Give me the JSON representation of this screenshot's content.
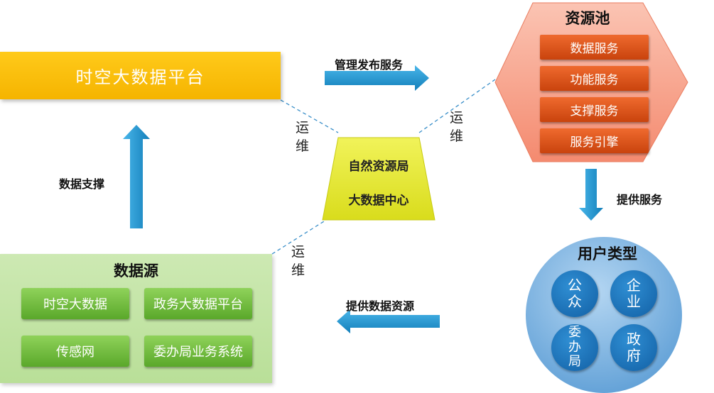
{
  "platform": {
    "title": "时空大数据平台"
  },
  "arrows": {
    "data_support": "数据支撑",
    "publish": "管理发布服务",
    "provide_service": "提供服务",
    "provide_data": "提供数据资源"
  },
  "ops_label": "运维",
  "center": {
    "line1": "自然资源局",
    "line2": "大数据中心"
  },
  "resource_pool": {
    "title": "资源池",
    "items": [
      "数据服务",
      "功能服务",
      "支撑服务",
      "服务引擎"
    ]
  },
  "data_source": {
    "title": "数据源",
    "items": [
      "时空大数据",
      "政务大数据平台",
      "传感网",
      "委办局业务系统"
    ]
  },
  "user_types": {
    "title": "用户类型",
    "items": [
      "公众",
      "企业",
      "委办局",
      "政府"
    ]
  },
  "colors": {
    "platform": "#f5b400",
    "arrow": "#1e9bd7",
    "trapezoid": "#e6e830",
    "pool_hexagon": "#f7a08a",
    "pool_button": "#d9541c",
    "source_panel": "#c4e4a6",
    "source_button": "#6ebd3a",
    "user_circle_bg": "#7fb4e0",
    "user_item": "#1a70b8"
  }
}
